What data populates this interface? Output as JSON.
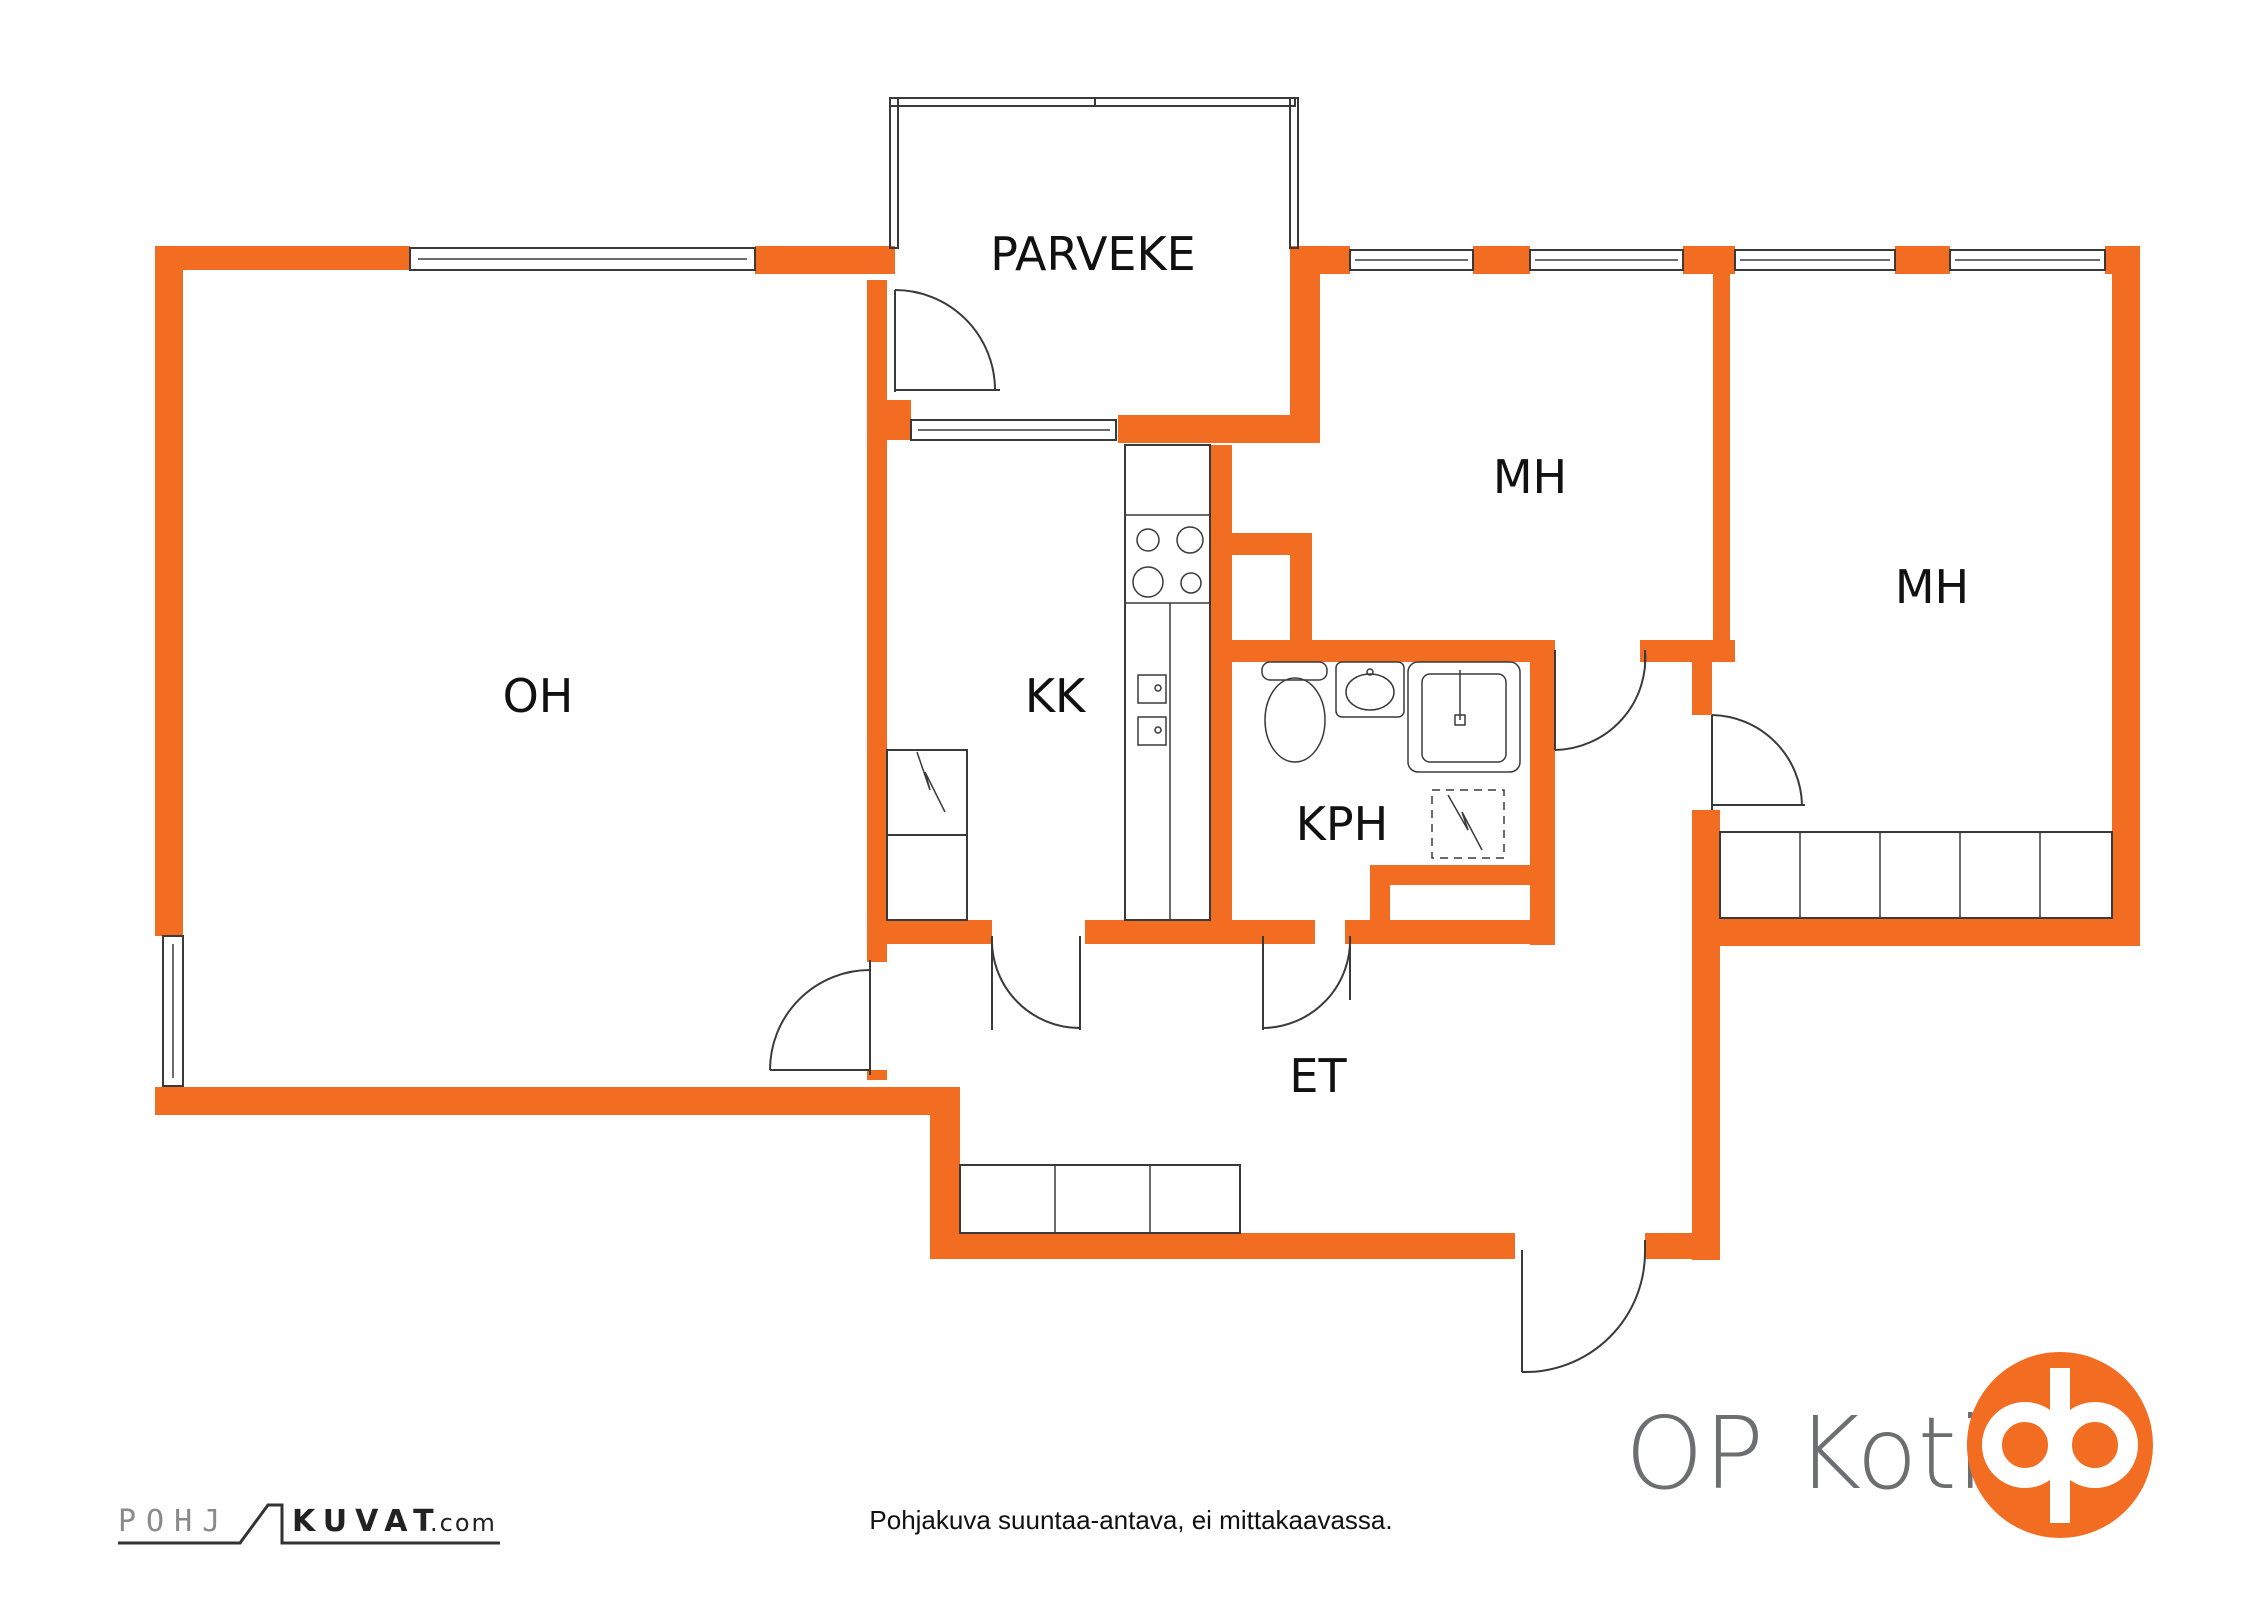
{
  "rooms": {
    "parveke": "PARVEKE",
    "oh": "OH",
    "kk": "KK",
    "mh_1": "MH",
    "mh_2": "MH",
    "kph": "KPH",
    "et": "ET"
  },
  "brand": {
    "name": "OP Koti",
    "logo_icon": "op-logo-icon",
    "accent": "#f26c22",
    "wall_color": "#f26c22"
  },
  "footer": {
    "disclaimer": "Pohjakuva suuntaa-antava, ei mittakaavassa."
  },
  "watermark": {
    "part1": "POHJ",
    "part2": "KUVAT",
    "part3": ".com"
  }
}
